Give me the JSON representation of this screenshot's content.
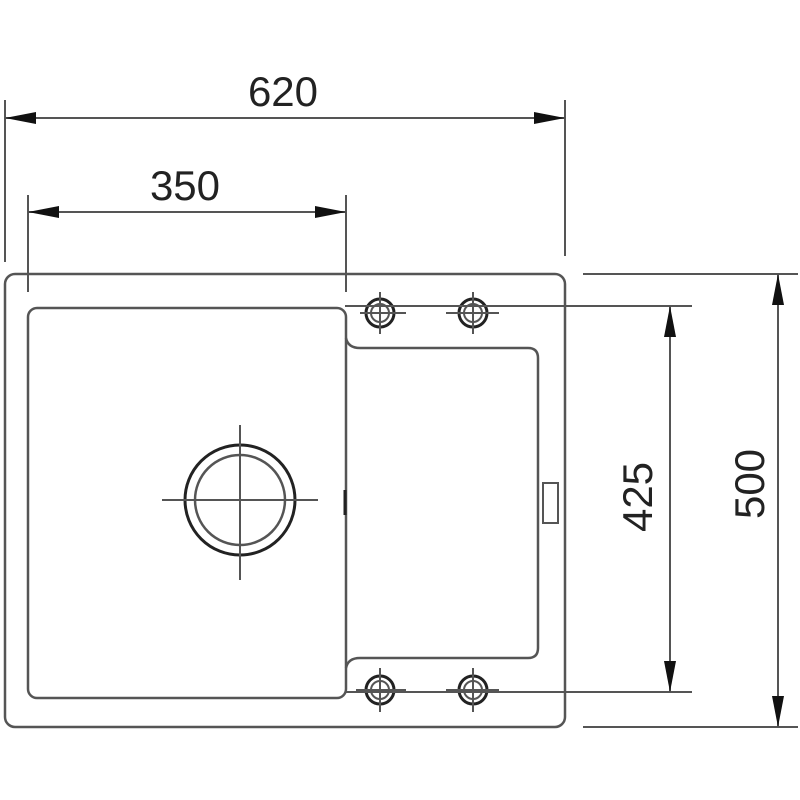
{
  "dimensions": {
    "overall_width": "620",
    "bowl_width": "350",
    "bowl_length": "425",
    "overall_length": "500"
  },
  "colors": {
    "line": "#555555",
    "arrow": "#111111"
  }
}
